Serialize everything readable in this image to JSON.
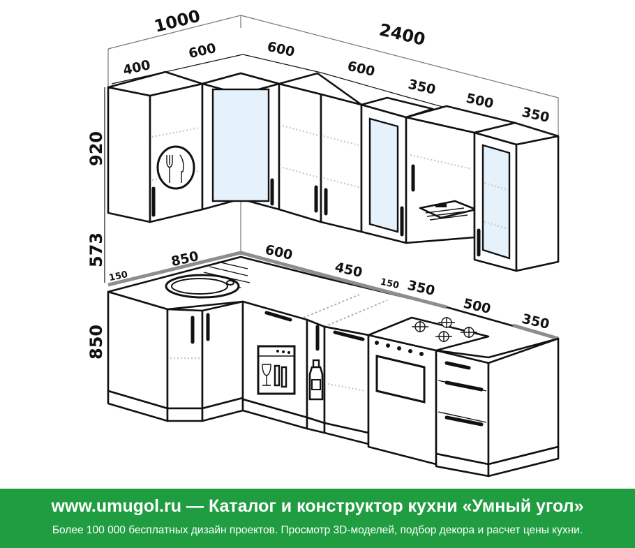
{
  "dimensions": {
    "left_wall_total": "1000",
    "back_wall_total": "2400",
    "upper_corner_depth": "400",
    "upper_corner_width": "600",
    "upper_back_600_a": "600",
    "upper_back_600_b": "600",
    "upper_350_a": "350",
    "upper_500": "500",
    "upper_350_b": "350",
    "upper_height": "920",
    "gap_height": "573",
    "lower_height": "850",
    "counter_150_left": "150",
    "counter_850": "850",
    "counter_600": "600",
    "counter_450": "450",
    "counter_150_mid": "150",
    "counter_350_a": "350",
    "counter_500": "500",
    "counter_350_b": "350"
  },
  "banner": {
    "title": "www.umugol.ru — Каталог и конструктор кухни «Умный угол»",
    "subtitle": "Более 100 000 бесплатных дизайн проектов. Просмотр 3D-моделей, подбор декора и расчет цены кухни.",
    "background_color": "#1f9d40",
    "text_color": "#ffffff"
  },
  "icons": [
    "fork-knife-icon",
    "dishwasher-icon",
    "bottle-icon",
    "gas-burner-icon",
    "range-hood-icon",
    "oven-icon"
  ]
}
